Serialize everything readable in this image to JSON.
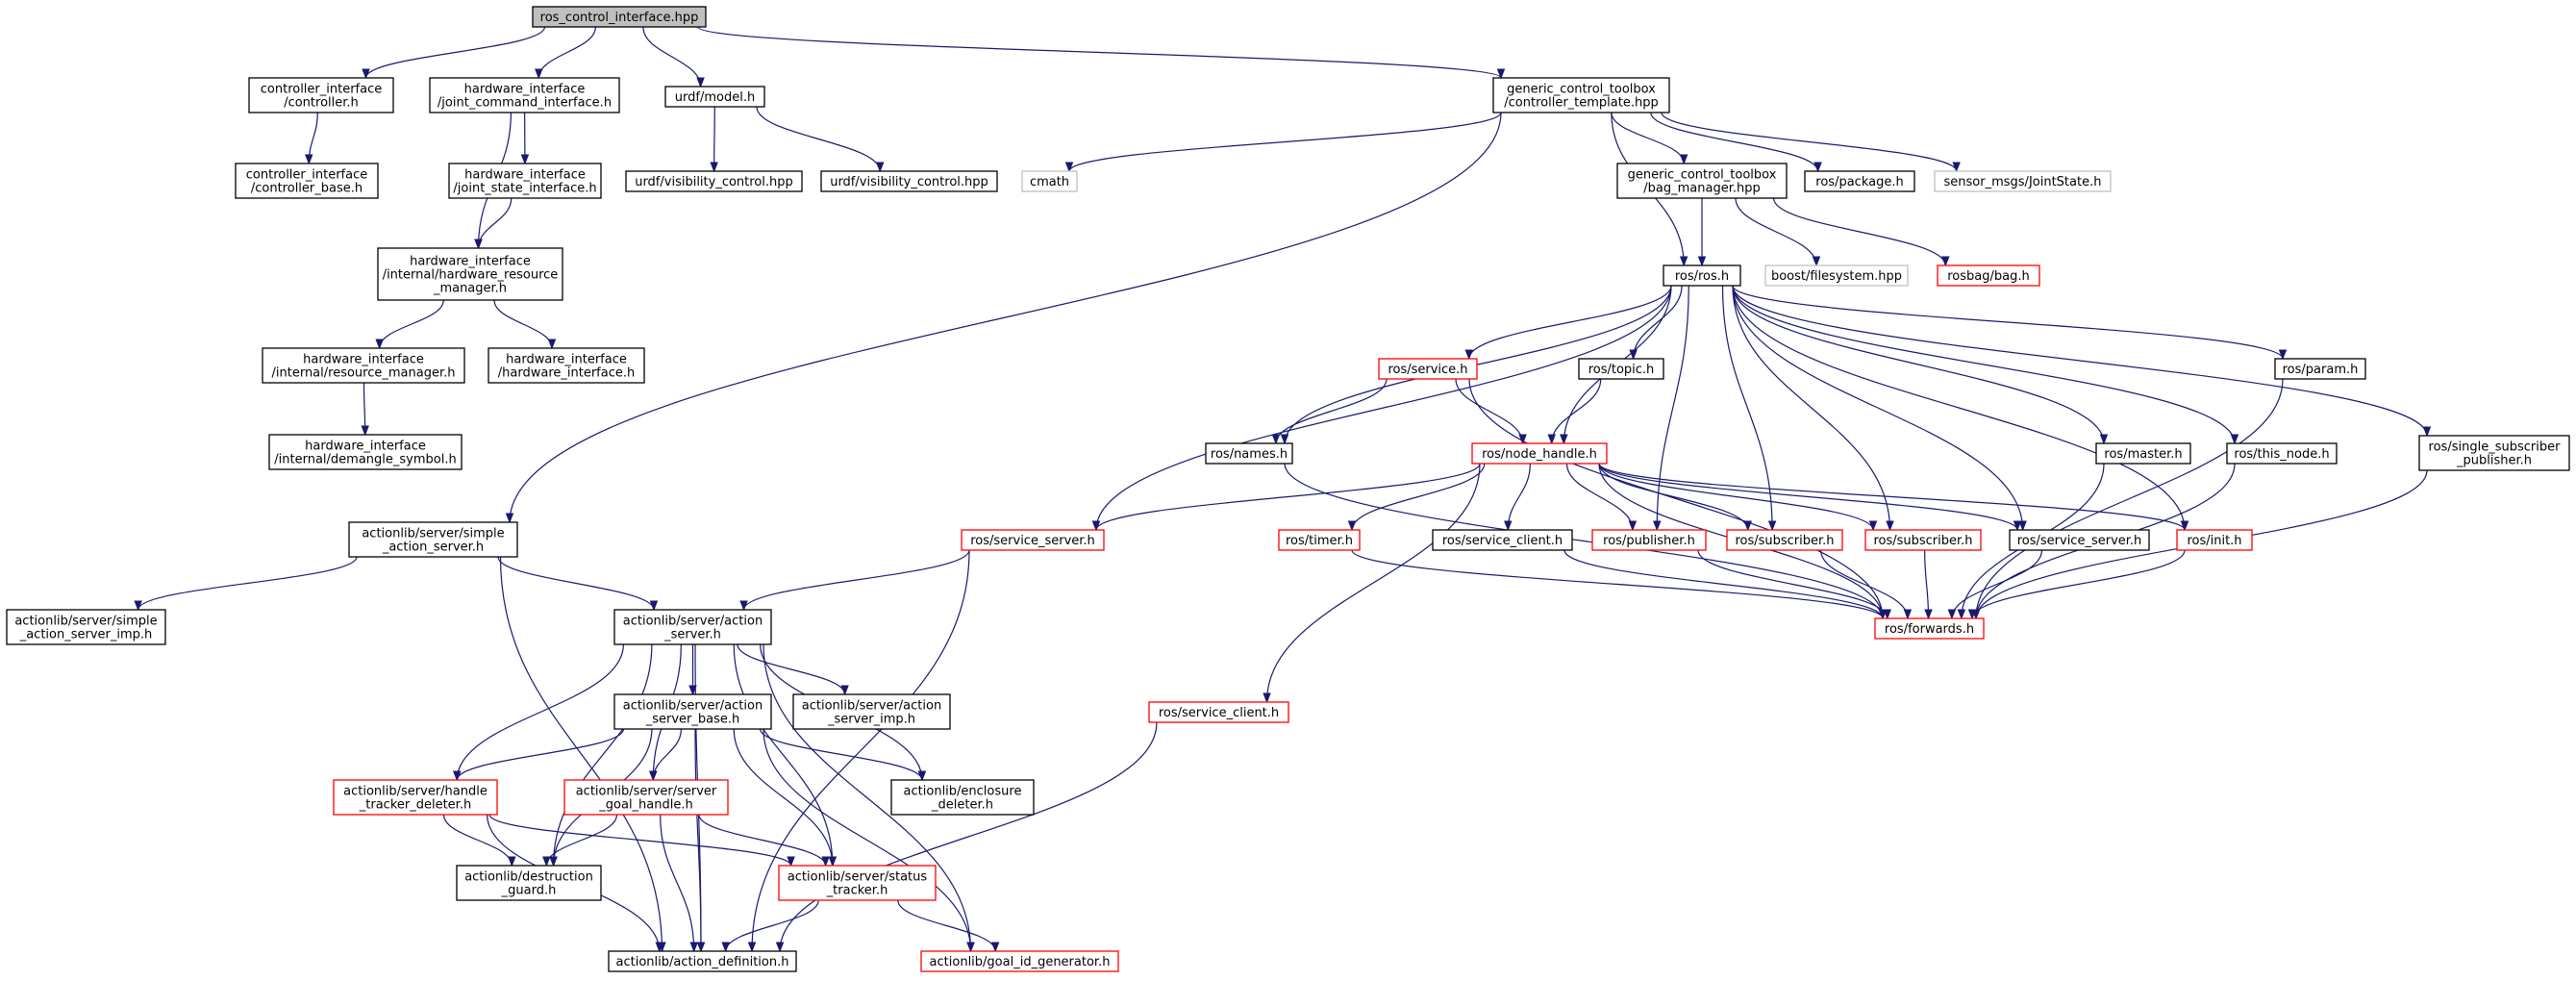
{
  "graph": {
    "nodes": [
      {
        "id": "root",
        "lines": [
          "ros_control_interface.hpp"
        ],
        "style": "root"
      },
      {
        "id": "ci_controller",
        "lines": [
          "controller_interface",
          "/controller.h"
        ],
        "style": "black"
      },
      {
        "id": "hi_joint_cmd",
        "lines": [
          "hardware_interface",
          "/joint_command_interface.h"
        ],
        "style": "black"
      },
      {
        "id": "urdf_model",
        "lines": [
          "urdf/model.h"
        ],
        "style": "black"
      },
      {
        "id": "gct_template",
        "lines": [
          "generic_control_toolbox",
          "/controller_template.hpp"
        ],
        "style": "black"
      },
      {
        "id": "ci_base",
        "lines": [
          "controller_interface",
          "/controller_base.h"
        ],
        "style": "black"
      },
      {
        "id": "hi_joint_state",
        "lines": [
          "hardware_interface",
          "/joint_state_interface.h"
        ],
        "style": "black"
      },
      {
        "id": "urdf_vis1",
        "lines": [
          "urdf/visibility_control.hpp"
        ],
        "style": "black"
      },
      {
        "id": "urdf_vis2",
        "lines": [
          "urdf/visibility_control.hpp"
        ],
        "style": "black"
      },
      {
        "id": "cmath",
        "lines": [
          "cmath"
        ],
        "style": "gray"
      },
      {
        "id": "gct_bag",
        "lines": [
          "generic_control_toolbox",
          "/bag_manager.hpp"
        ],
        "style": "black"
      },
      {
        "id": "ros_package",
        "lines": [
          "ros/package.h"
        ],
        "style": "black"
      },
      {
        "id": "sensor_joint",
        "lines": [
          "sensor_msgs/JointState.h"
        ],
        "style": "gray"
      },
      {
        "id": "hi_hw_res_mgr",
        "lines": [
          "hardware_interface",
          "/internal/hardware_resource",
          "_manager.h"
        ],
        "style": "black"
      },
      {
        "id": "ros_ros",
        "lines": [
          "ros/ros.h"
        ],
        "style": "black"
      },
      {
        "id": "boost_fs",
        "lines": [
          "boost/filesystem.hpp"
        ],
        "style": "gray"
      },
      {
        "id": "rosbag",
        "lines": [
          "rosbag/bag.h"
        ],
        "style": "red"
      },
      {
        "id": "hi_res_mgr",
        "lines": [
          "hardware_interface",
          "/internal/resource_manager.h"
        ],
        "style": "black"
      },
      {
        "id": "hi_hw_iface",
        "lines": [
          "hardware_interface",
          "/hardware_interface.h"
        ],
        "style": "black"
      },
      {
        "id": "hi_demangle",
        "lines": [
          "hardware_interface",
          "/internal/demangle_symbol.h"
        ],
        "style": "black"
      },
      {
        "id": "ros_service",
        "lines": [
          "ros/service.h"
        ],
        "style": "red"
      },
      {
        "id": "ros_topic",
        "lines": [
          "ros/topic.h"
        ],
        "style": "black"
      },
      {
        "id": "ros_param",
        "lines": [
          "ros/param.h"
        ],
        "style": "black"
      },
      {
        "id": "ros_names",
        "lines": [
          "ros/names.h"
        ],
        "style": "black"
      },
      {
        "id": "ros_node_handle",
        "lines": [
          "ros/node_handle.h"
        ],
        "style": "red"
      },
      {
        "id": "ros_master",
        "lines": [
          "ros/master.h"
        ],
        "style": "black"
      },
      {
        "id": "ros_this_node",
        "lines": [
          "ros/this_node.h"
        ],
        "style": "black"
      },
      {
        "id": "ros_single_sub_pub",
        "lines": [
          "ros/single_subscriber",
          "_publisher.h"
        ],
        "style": "black"
      },
      {
        "id": "al_simple_server",
        "lines": [
          "actionlib/server/simple",
          "_action_server.h"
        ],
        "style": "black"
      },
      {
        "id": "ros_service_server_red",
        "lines": [
          "ros/service_server.h"
        ],
        "style": "red"
      },
      {
        "id": "ros_timer",
        "lines": [
          "ros/timer.h"
        ],
        "style": "red"
      },
      {
        "id": "ros_service_client_b",
        "lines": [
          "ros/service_client.h"
        ],
        "style": "black"
      },
      {
        "id": "ros_publisher",
        "lines": [
          "ros/publisher.h"
        ],
        "style": "red"
      },
      {
        "id": "ros_subscriber1",
        "lines": [
          "ros/subscriber.h"
        ],
        "style": "red"
      },
      {
        "id": "ros_subscriber2",
        "lines": [
          "ros/subscriber.h"
        ],
        "style": "red"
      },
      {
        "id": "ros_service_server_b",
        "lines": [
          "ros/service_server.h"
        ],
        "style": "black"
      },
      {
        "id": "ros_init",
        "lines": [
          "ros/init.h"
        ],
        "style": "red"
      },
      {
        "id": "al_simple_imp",
        "lines": [
          "actionlib/server/simple",
          "_action_server_imp.h"
        ],
        "style": "black"
      },
      {
        "id": "al_action_server",
        "lines": [
          "actionlib/server/action",
          "_server.h"
        ],
        "style": "black"
      },
      {
        "id": "ros_forwards",
        "lines": [
          "ros/forwards.h"
        ],
        "style": "red"
      },
      {
        "id": "al_server_base",
        "lines": [
          "actionlib/server/action",
          "_server_base.h"
        ],
        "style": "black"
      },
      {
        "id": "al_server_imp",
        "lines": [
          "actionlib/server/action",
          "_server_imp.h"
        ],
        "style": "black"
      },
      {
        "id": "ros_service_client_red",
        "lines": [
          "ros/service_client.h"
        ],
        "style": "red"
      },
      {
        "id": "al_handle_deleter",
        "lines": [
          "actionlib/server/handle",
          "_tracker_deleter.h"
        ],
        "style": "red"
      },
      {
        "id": "al_goal_handle",
        "lines": [
          "actionlib/server/server",
          "_goal_handle.h"
        ],
        "style": "red"
      },
      {
        "id": "al_enclosure",
        "lines": [
          "actionlib/enclosure",
          "_deleter.h"
        ],
        "style": "black"
      },
      {
        "id": "al_destruction",
        "lines": [
          "actionlib/destruction",
          "_guard.h"
        ],
        "style": "black"
      },
      {
        "id": "al_status",
        "lines": [
          "actionlib/server/status",
          "_tracker.h"
        ],
        "style": "red"
      },
      {
        "id": "al_action_def",
        "lines": [
          "actionlib/action_definition.h"
        ],
        "style": "black"
      },
      {
        "id": "al_goal_id",
        "lines": [
          "actionlib/goal_id_generator.h"
        ],
        "style": "red"
      }
    ],
    "edges": [
      [
        "root",
        "ci_controller"
      ],
      [
        "root",
        "hi_joint_cmd"
      ],
      [
        "root",
        "urdf_model"
      ],
      [
        "root",
        "gct_template"
      ],
      [
        "ci_controller",
        "ci_base"
      ],
      [
        "hi_joint_cmd",
        "hi_joint_state"
      ],
      [
        "hi_joint_cmd",
        "hi_hw_res_mgr"
      ],
      [
        "hi_joint_state",
        "hi_hw_res_mgr"
      ],
      [
        "hi_hw_res_mgr",
        "hi_res_mgr"
      ],
      [
        "hi_hw_res_mgr",
        "hi_hw_iface"
      ],
      [
        "hi_res_mgr",
        "hi_demangle"
      ],
      [
        "urdf_model",
        "urdf_vis1"
      ],
      [
        "urdf_model",
        "urdf_vis2"
      ],
      [
        "gct_template",
        "cmath"
      ],
      [
        "gct_template",
        "gct_bag"
      ],
      [
        "gct_template",
        "ros_package"
      ],
      [
        "gct_template",
        "sensor_joint"
      ],
      [
        "gct_template",
        "ros_ros"
      ],
      [
        "gct_template",
        "al_simple_server"
      ],
      [
        "gct_bag",
        "ros_ros"
      ],
      [
        "gct_bag",
        "boost_fs"
      ],
      [
        "gct_bag",
        "rosbag"
      ],
      [
        "ros_ros",
        "ros_service"
      ],
      [
        "ros_ros",
        "ros_topic"
      ],
      [
        "ros_ros",
        "ros_param"
      ],
      [
        "ros_ros",
        "ros_names"
      ],
      [
        "ros_ros",
        "ros_node_handle"
      ],
      [
        "ros_ros",
        "ros_master"
      ],
      [
        "ros_ros",
        "ros_this_node"
      ],
      [
        "ros_ros",
        "ros_single_sub_pub"
      ],
      [
        "ros_ros",
        "ros_service_server_red"
      ],
      [
        "ros_ros",
        "ros_publisher"
      ],
      [
        "ros_ros",
        "ros_subscriber1"
      ],
      [
        "ros_ros",
        "ros_subscriber2"
      ],
      [
        "ros_ros",
        "ros_service_server_b"
      ],
      [
        "ros_ros",
        "ros_init"
      ],
      [
        "ros_service",
        "ros_names"
      ],
      [
        "ros_service",
        "ros_node_handle"
      ],
      [
        "ros_service",
        "ros_forwards"
      ],
      [
        "ros_topic",
        "ros_node_handle"
      ],
      [
        "ros_param",
        "ros_forwards"
      ],
      [
        "ros_names",
        "ros_forwards"
      ],
      [
        "ros_master",
        "ros_forwards"
      ],
      [
        "ros_this_node",
        "ros_forwards"
      ],
      [
        "ros_single_sub_pub",
        "ros_forwards"
      ],
      [
        "ros_node_handle",
        "ros_service_server_red"
      ],
      [
        "ros_node_handle",
        "ros_timer"
      ],
      [
        "ros_node_handle",
        "ros_service_client_b"
      ],
      [
        "ros_node_handle",
        "ros_publisher"
      ],
      [
        "ros_node_handle",
        "ros_subscriber1"
      ],
      [
        "ros_node_handle",
        "ros_subscriber2"
      ],
      [
        "ros_node_handle",
        "ros_service_server_b"
      ],
      [
        "ros_node_handle",
        "ros_init"
      ],
      [
        "ros_node_handle",
        "ros_service_client_red"
      ],
      [
        "ros_node_handle",
        "ros_forwards"
      ],
      [
        "ros_timer",
        "ros_forwards"
      ],
      [
        "ros_service_client_b",
        "ros_forwards"
      ],
      [
        "ros_publisher",
        "ros_forwards"
      ],
      [
        "ros_subscriber1",
        "ros_forwards"
      ],
      [
        "ros_subscriber2",
        "ros_forwards"
      ],
      [
        "ros_service_server_b",
        "ros_forwards"
      ],
      [
        "ros_init",
        "ros_forwards"
      ],
      [
        "ros_service_server_red",
        "al_action_server"
      ],
      [
        "ros_service_server_red",
        "al_action_def"
      ],
      [
        "ros_service_client_red",
        "al_action_def"
      ],
      [
        "al_simple_server",
        "al_simple_imp"
      ],
      [
        "al_simple_server",
        "al_action_server"
      ],
      [
        "al_simple_server",
        "al_action_def"
      ],
      [
        "al_action_server",
        "al_server_base"
      ],
      [
        "al_action_server",
        "al_server_imp"
      ],
      [
        "al_action_server",
        "al_handle_deleter"
      ],
      [
        "al_action_server",
        "al_goal_handle"
      ],
      [
        "al_action_server",
        "al_enclosure"
      ],
      [
        "al_action_server",
        "al_destruction"
      ],
      [
        "al_action_server",
        "al_status"
      ],
      [
        "al_action_server",
        "al_action_def"
      ],
      [
        "al_action_server",
        "al_goal_id"
      ],
      [
        "al_server_base",
        "al_handle_deleter"
      ],
      [
        "al_server_base",
        "al_goal_handle"
      ],
      [
        "al_server_base",
        "al_enclosure"
      ],
      [
        "al_server_base",
        "al_destruction"
      ],
      [
        "al_server_base",
        "al_status"
      ],
      [
        "al_server_base",
        "al_action_def"
      ],
      [
        "al_server_base",
        "al_goal_id"
      ],
      [
        "al_handle_deleter",
        "al_destruction"
      ],
      [
        "al_handle_deleter",
        "al_status"
      ],
      [
        "al_handle_deleter",
        "al_action_def"
      ],
      [
        "al_goal_handle",
        "al_destruction"
      ],
      [
        "al_goal_handle",
        "al_status"
      ],
      [
        "al_goal_handle",
        "al_action_def"
      ],
      [
        "al_status",
        "al_action_def"
      ],
      [
        "al_status",
        "al_goal_id"
      ]
    ]
  }
}
